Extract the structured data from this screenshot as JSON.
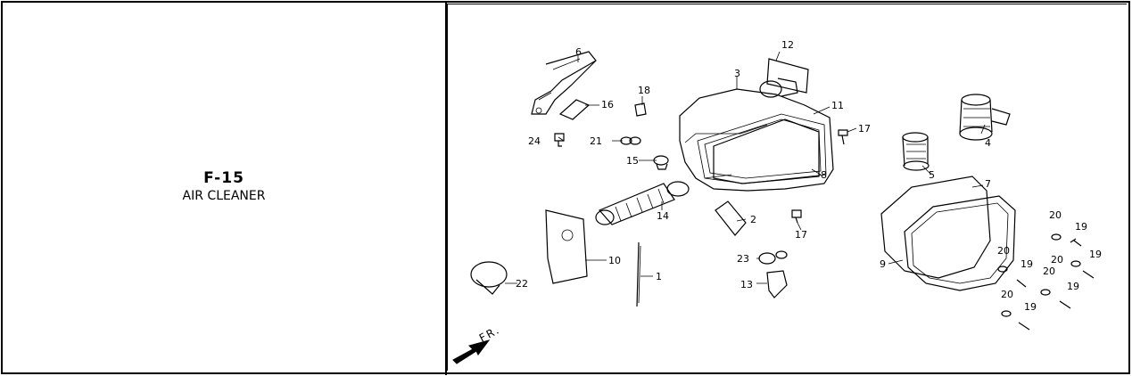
{
  "section": {
    "code": "F-15",
    "name": "AIR CLEANER"
  },
  "direction": {
    "label": "FR."
  },
  "callouts": [
    "1",
    "2",
    "3",
    "4",
    "5",
    "6",
    "7",
    "8",
    "9",
    "10",
    "11",
    "12",
    "13",
    "14",
    "15",
    "16",
    "17",
    "18",
    "19",
    "20",
    "21",
    "22",
    "23",
    "24"
  ]
}
